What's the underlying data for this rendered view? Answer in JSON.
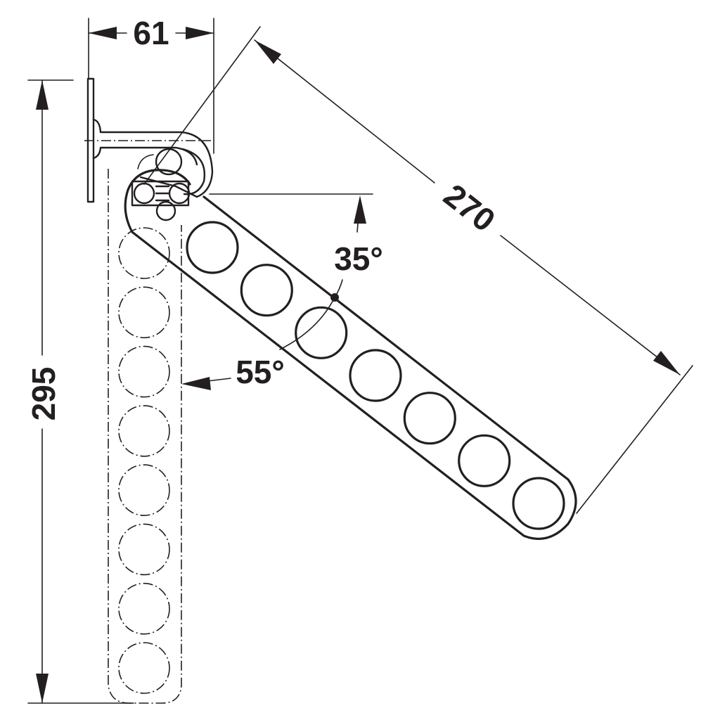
{
  "dimensions": {
    "width_top": "61",
    "height_total": "295",
    "arm_length": "270",
    "angle_upper": "35°",
    "angle_lower": "55°"
  },
  "arm": {
    "hole_count": 7,
    "stowed_hole_count": 8
  },
  "colors": {
    "line": "#231f20",
    "background": "#ffffff"
  }
}
